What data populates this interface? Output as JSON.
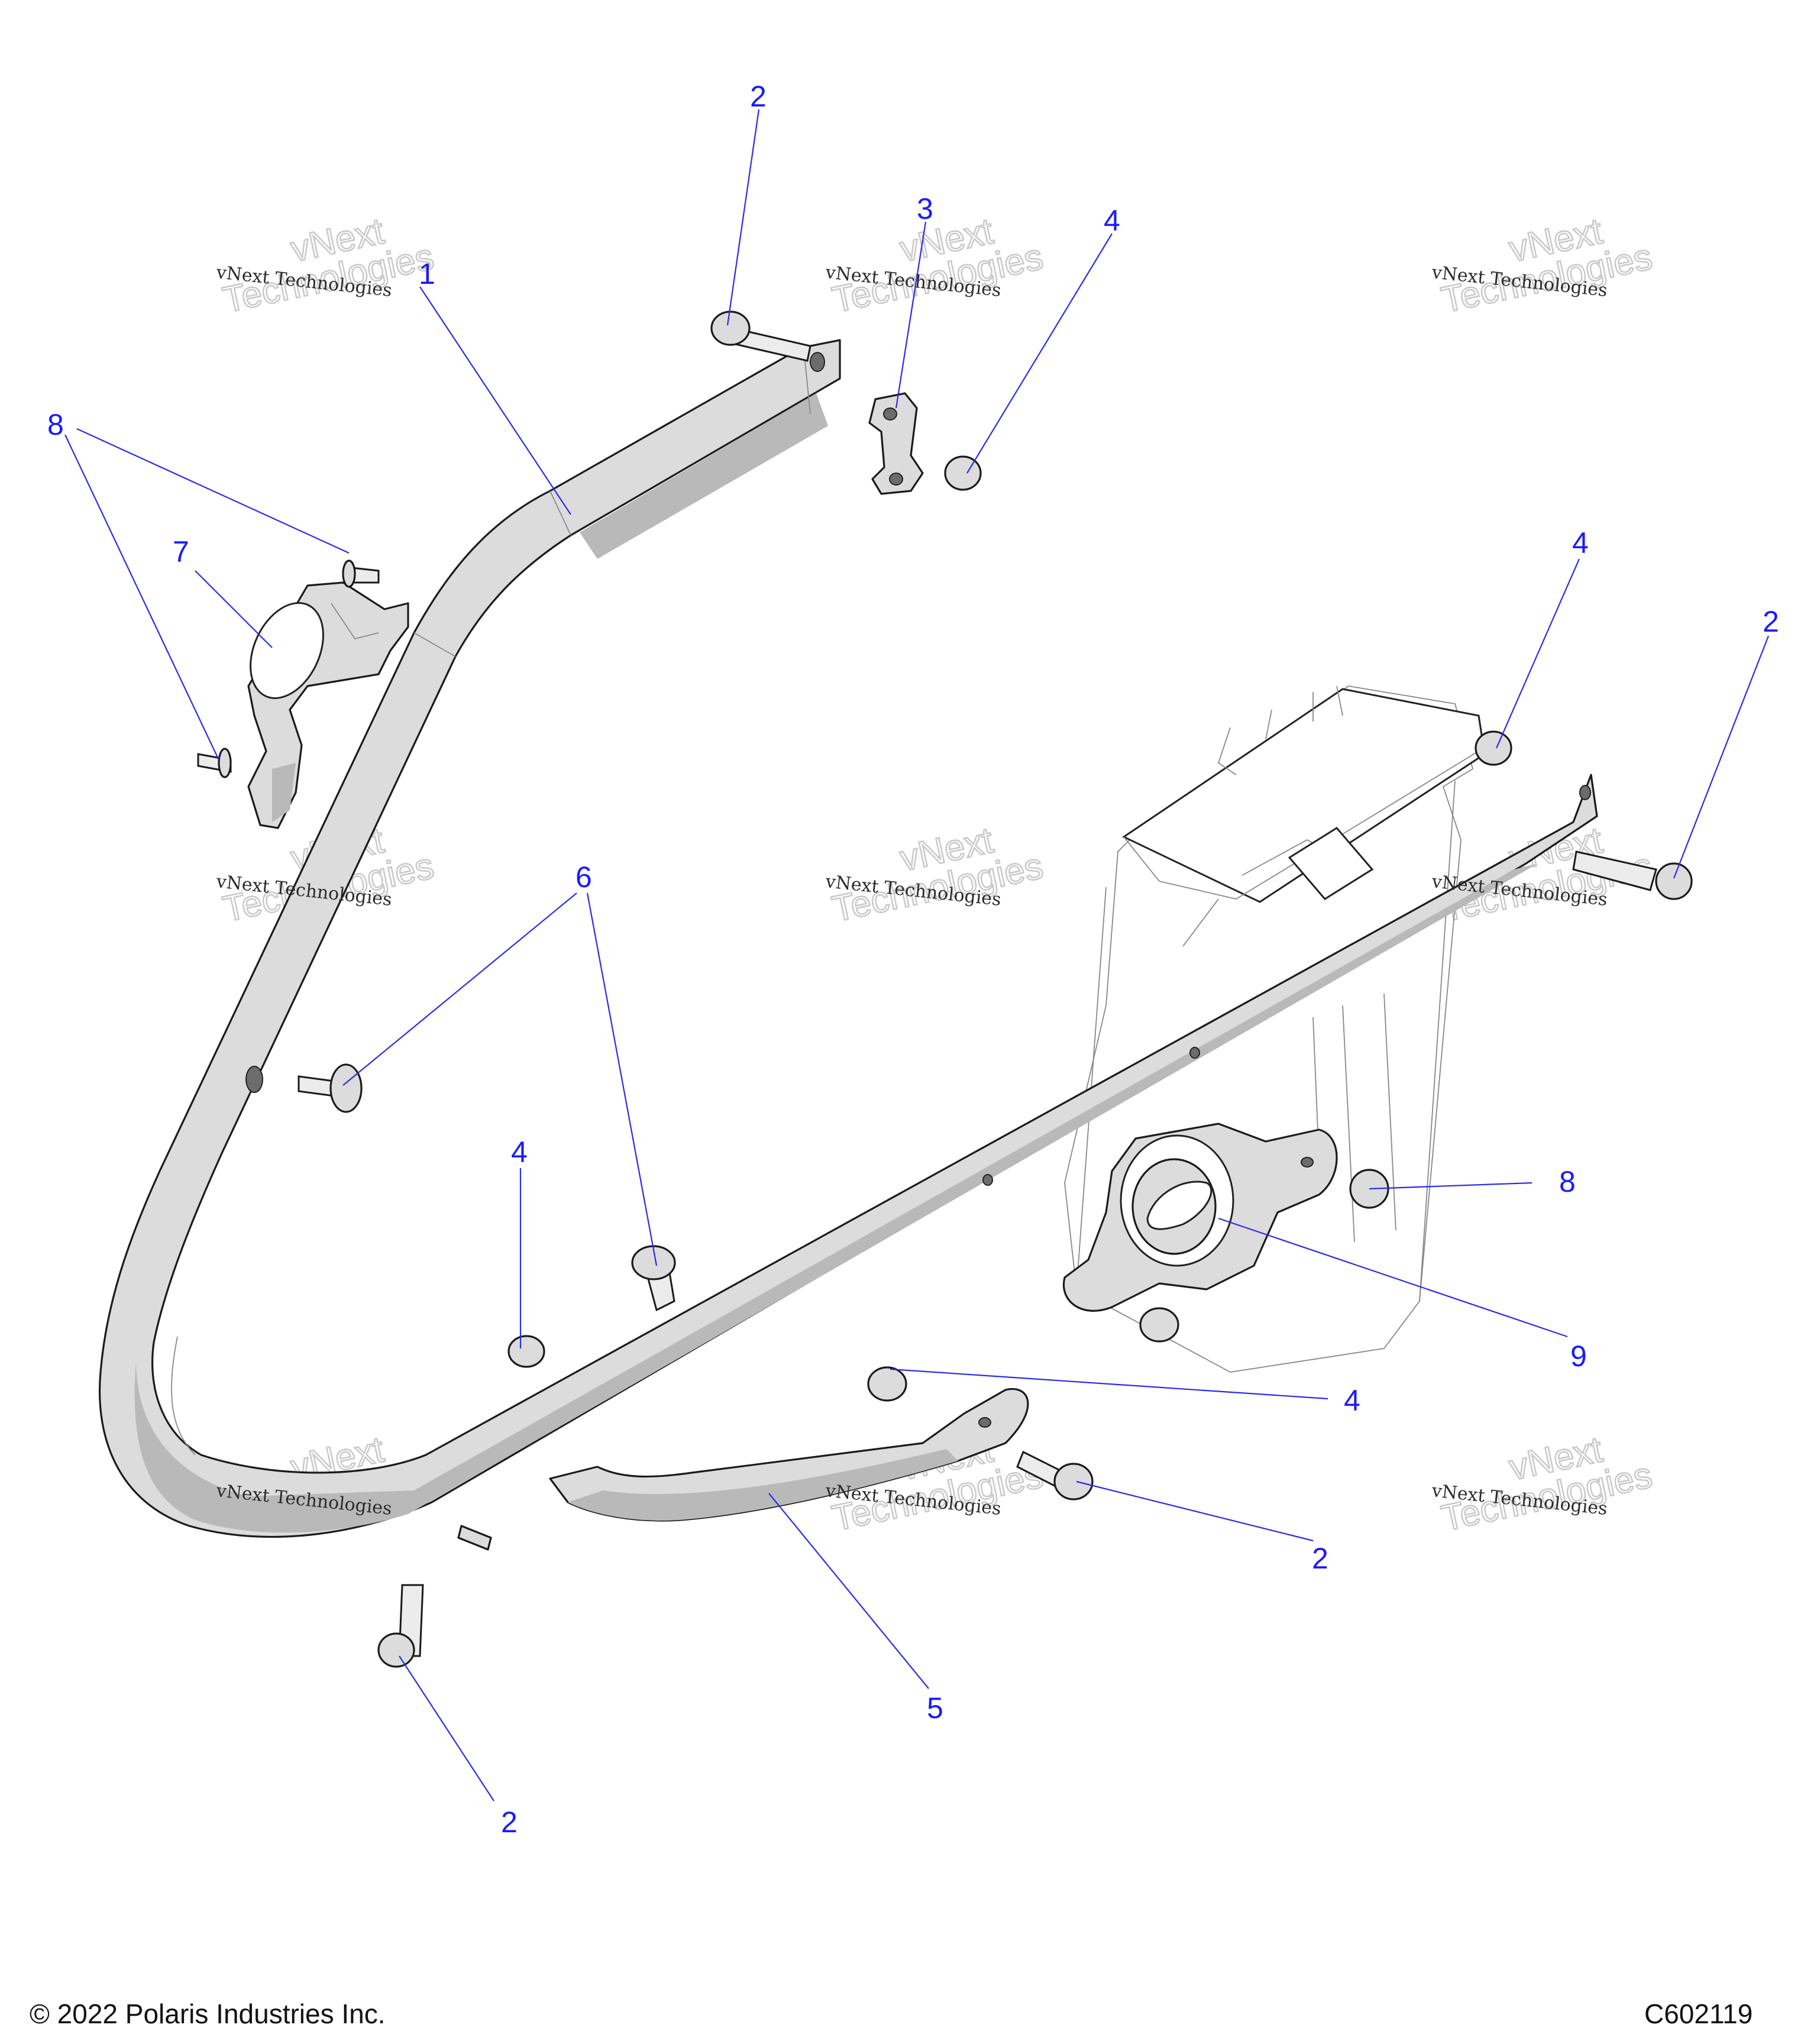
{
  "diagram": {
    "callouts": [
      {
        "id": "c1",
        "label": "1"
      },
      {
        "id": "c2a",
        "label": "2"
      },
      {
        "id": "c2b",
        "label": "2"
      },
      {
        "id": "c2c",
        "label": "2"
      },
      {
        "id": "c2d",
        "label": "2"
      },
      {
        "id": "c3",
        "label": "3"
      },
      {
        "id": "c4a",
        "label": "4"
      },
      {
        "id": "c4b",
        "label": "4"
      },
      {
        "id": "c4c",
        "label": "4"
      },
      {
        "id": "c4d",
        "label": "4"
      },
      {
        "id": "c5",
        "label": "5"
      },
      {
        "id": "c6",
        "label": "6"
      },
      {
        "id": "c7",
        "label": "7"
      },
      {
        "id": "c8a",
        "label": "8"
      },
      {
        "id": "c8b",
        "label": "8"
      },
      {
        "id": "c9",
        "label": "9"
      }
    ],
    "watermark": {
      "line1": "vNext Technologies",
      "line2a": "vNext",
      "line2b": "Technologies"
    }
  },
  "footer": {
    "copyright": "© 2022 Polaris Industries Inc.",
    "figure_code": "C602119"
  },
  "colors": {
    "callout_blue": "#1a1aff",
    "part_gray": "#dcdcdc",
    "outline": "#1b1b1b"
  }
}
